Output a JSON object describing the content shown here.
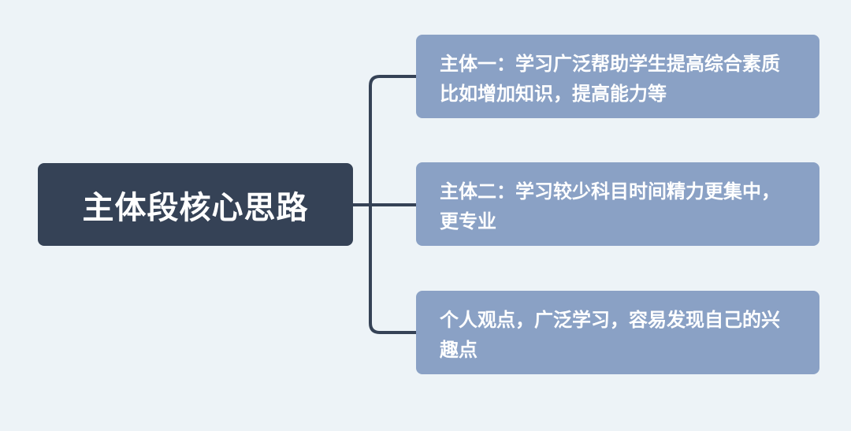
{
  "diagram": {
    "type": "mind-map",
    "root": {
      "label": "主体段核心思路"
    },
    "children": [
      {
        "label": "主体一：学习广泛帮助学生提高综合素质比如增加知识，提高能力等"
      },
      {
        "label": "主体二：学习较少科目时间精力更集中，更专业"
      },
      {
        "label": "个人观点，广泛学习，容易发现自己的兴趣点"
      }
    ],
    "colors": {
      "background": "#edf3f7",
      "root_fill": "#354256",
      "child_fill": "#8aa1c5",
      "connector": "#354256",
      "text": "#ffffff"
    }
  }
}
